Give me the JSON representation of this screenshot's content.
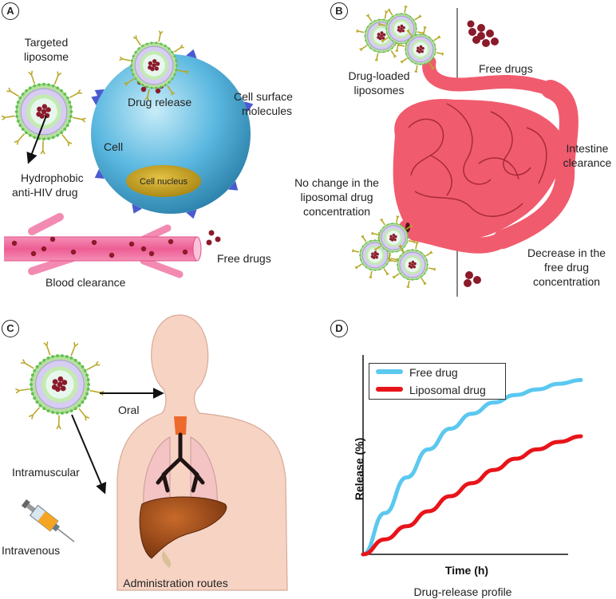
{
  "panels": {
    "a": {
      "badge": "A",
      "targeted_liposome": [
        "Targeted",
        "liposome"
      ],
      "drug_release": "Drug release",
      "cell_surface": [
        "Cell surface",
        "molecules"
      ],
      "cell": "Cell",
      "nucleus": "Cell nucleus",
      "hydrophobic": [
        "Hydrophobic",
        "anti-HIV drug"
      ],
      "free_drugs": "Free drugs",
      "blood_clearance": "Blood clearance"
    },
    "b": {
      "badge": "B",
      "drug_loaded": [
        "Drug-loaded",
        "liposomes"
      ],
      "free_drugs": "Free drugs",
      "intestine": [
        "Intestine",
        "clearance"
      ],
      "no_change": [
        "No change in the",
        "liposomal drug",
        "concentration"
      ],
      "decrease": [
        "Decrease in the",
        "free drug",
        "concentration"
      ]
    },
    "c": {
      "badge": "C",
      "oral": "Oral",
      "intramuscular": "Intramuscular",
      "intravenous": "Intravenous",
      "caption": "Administration routes"
    },
    "d": {
      "badge": "D",
      "caption": "Drug-release profile"
    }
  },
  "colors": {
    "free_drug": "#5bc8ef",
    "liposomal_drug": "#e8141a",
    "intestine": "#f15b6e",
    "cell": "#3fa9d6",
    "body": "#f7d3c4",
    "drug": "#8b1a2b"
  },
  "chart_data": {
    "type": "line",
    "xlabel": "Time (h)",
    "ylabel": "Release (%)",
    "xlim": [
      0,
      10
    ],
    "ylim": [
      0,
      100
    ],
    "legend_position": "top-left",
    "grid": false,
    "series": [
      {
        "name": "Free drug",
        "color": "#5bc8ef",
        "x": [
          0,
          1,
          2,
          3,
          4,
          5,
          6,
          7,
          8,
          9,
          10
        ],
        "y": [
          0,
          22,
          41,
          56,
          67,
          75,
          81,
          85,
          88,
          91,
          93
        ]
      },
      {
        "name": "Liposomal drug",
        "color": "#e8141a",
        "x": [
          0,
          1,
          2,
          3,
          4,
          5,
          6,
          7,
          8,
          9,
          10
        ],
        "y": [
          0,
          8,
          15,
          23,
          31,
          38,
          45,
          51,
          56,
          60,
          63
        ]
      }
    ]
  }
}
